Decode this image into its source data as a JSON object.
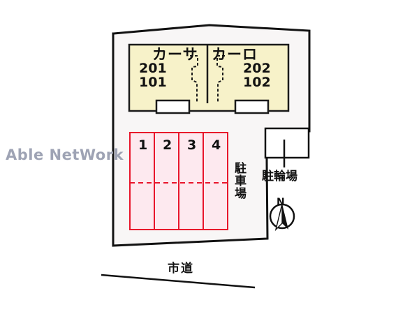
{
  "watermark": {
    "text": "Able NetWork",
    "color": "#9ea3b4"
  },
  "colors": {
    "building_fill": "#f7f2c9",
    "building_stroke": "#1a1a1a",
    "parking_fill": "#fde9ef",
    "parking_stroke": "#e8152b",
    "site_fill": "#f8f6f6",
    "site_stroke": "#121212",
    "entry_box_fill": "#ffffff",
    "road_line": "#121212",
    "text": "#111111"
  },
  "building": {
    "name_left": "カーサ",
    "name_right": "カーロ",
    "units_left": [
      "201",
      "101"
    ],
    "units_right": [
      "202",
      "102"
    ],
    "entry_boxes": 2,
    "stair_dashes": 2
  },
  "parking": {
    "label": "駐車場",
    "stalls": [
      {
        "number": "1"
      },
      {
        "number": "2"
      },
      {
        "number": "3"
      },
      {
        "number": "4"
      }
    ],
    "has_center_dashed_divider": true
  },
  "bicycle_parking": {
    "label": "駐輪場",
    "has_leader_line": true
  },
  "compass": {
    "north_label": "N",
    "style": "half-filled-needle-in-circle"
  },
  "road": {
    "label": "市道"
  },
  "icons": {
    "compass": "compass-rose-icon",
    "stairs": "stairs-dashed-icon"
  }
}
